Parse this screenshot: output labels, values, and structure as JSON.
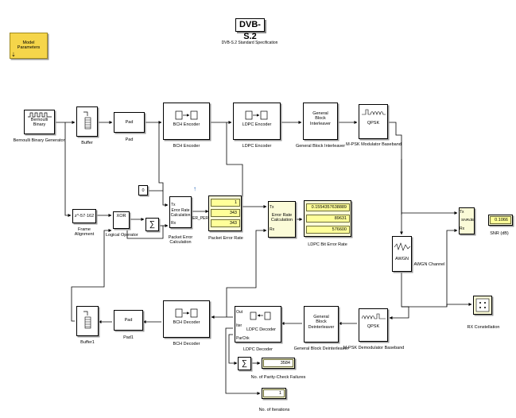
{
  "title": "DVB-S.2",
  "subtitle": "DVB-S.2 Standard Specification",
  "model_params": {
    "label": "Model\nParameters"
  },
  "blocks": {
    "bernoulli": {
      "text": "Bernoulli\nBinary",
      "label": "Bernoulli Binary Generator"
    },
    "buffer": {
      "label": "Buffer"
    },
    "pad": {
      "text": "Pad",
      "label": "Pad"
    },
    "bch_enc": {
      "label": "BCH Encoder"
    },
    "ldpc_enc": {
      "label": "LDPC Encoder"
    },
    "gbi": {
      "text": "General\nBlock\nInterleaver",
      "label": "General Block Interleaver"
    },
    "qpsk_mod": {
      "text": "QPSK",
      "label": "M-PSK Modulator Baseband"
    },
    "frame_align": {
      "text": "z^-57·162",
      "label": "Frame\nAlignment"
    },
    "xor": {
      "text": "XOR",
      "label": "Logical Operator"
    },
    "const0": {
      "text": "0"
    },
    "per_calc": {
      "ports_in": [
        "Tx",
        "Rx"
      ],
      "text": "Error Rate\nCalculation",
      "port_out": "ER_PER",
      "label": "Packet Error\nCalculation"
    },
    "per_disp": {
      "values": [
        "1",
        "343",
        "343"
      ],
      "label": "Packet Error Rate"
    },
    "ldpc_err": {
      "ports_in": [
        "Tx",
        "Rx"
      ],
      "text": "Error Rate\nCalculation"
    },
    "ber_disp": {
      "values": [
        "0.1554357638889",
        "89631",
        "576600"
      ],
      "label": "LDPC Bit Error Rate"
    },
    "snr_calc": {
      "ports_in": [
        "Tx",
        "Rx"
      ],
      "text": "SNRdB"
    },
    "snr_disp": {
      "value": "0.1066",
      "label": "SNR (dB)"
    },
    "awgn": {
      "text": "AWGN",
      "label": "AWGN Channel"
    },
    "rx_const": {
      "label": "RX Constellation"
    },
    "qpsk_demod": {
      "text": "QPSK",
      "label": "M-PSK Demodulator Baseband"
    },
    "gbd": {
      "text": "General\nBlock\nDeinterleaver",
      "label": "General Block Deinterleaver"
    },
    "ldpc_dec": {
      "ports_out": [
        "Out",
        "Iter",
        "ParChk"
      ],
      "label": "LDPC Decoder"
    },
    "bch_dec": {
      "label": "BCH Decoder"
    },
    "pad1": {
      "text": "Pad",
      "label": "Pad1"
    },
    "buffer1": {
      "label": "Buffer1"
    },
    "parity_disp": {
      "value": "3584",
      "label": "No. of Parity-Check Failures"
    },
    "iter_disp": {
      "value": "1",
      "label": "No. of Iterations"
    }
  },
  "colors": {
    "param_box": "#f5d54a",
    "display_fill": "#ffff99",
    "block_yellow": "#fbfbd8"
  }
}
